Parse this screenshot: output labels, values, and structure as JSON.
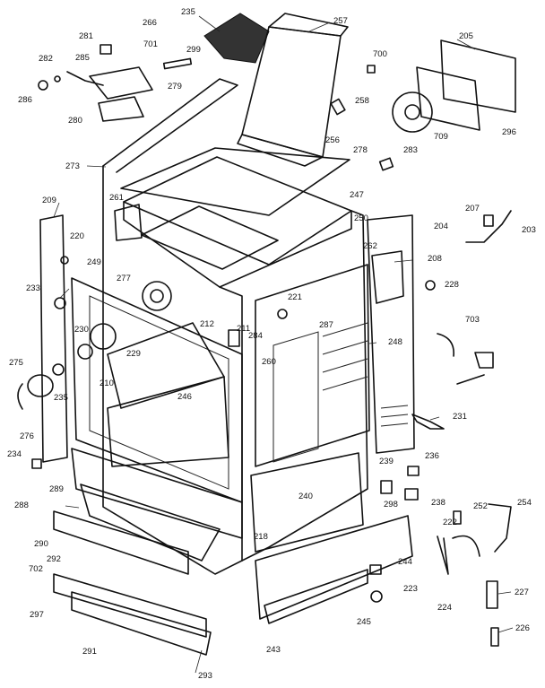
{
  "labels": [
    "235",
    "257",
    "205",
    "266",
    "281",
    "701",
    "299",
    "282",
    "285",
    "279",
    "700",
    "286",
    "280",
    "258",
    "709",
    "296",
    "273",
    "283",
    "278",
    "256",
    "209",
    "261",
    "247",
    "204",
    "207",
    "203",
    "250",
    "220",
    "262",
    "208",
    "233",
    "249",
    "277",
    "221",
    "228",
    "212",
    "211",
    "287",
    "284",
    "703",
    "230",
    "229",
    "248",
    "275",
    "260",
    "210",
    "246",
    "235",
    "231",
    "276",
    "234",
    "236",
    "239",
    "289",
    "298",
    "238",
    "240",
    "288",
    "252",
    "254",
    "290",
    "218",
    "222",
    "292",
    "244",
    "702",
    "223",
    "227",
    "297",
    "245",
    "224",
    "291",
    "243",
    "226",
    "293"
  ]
}
